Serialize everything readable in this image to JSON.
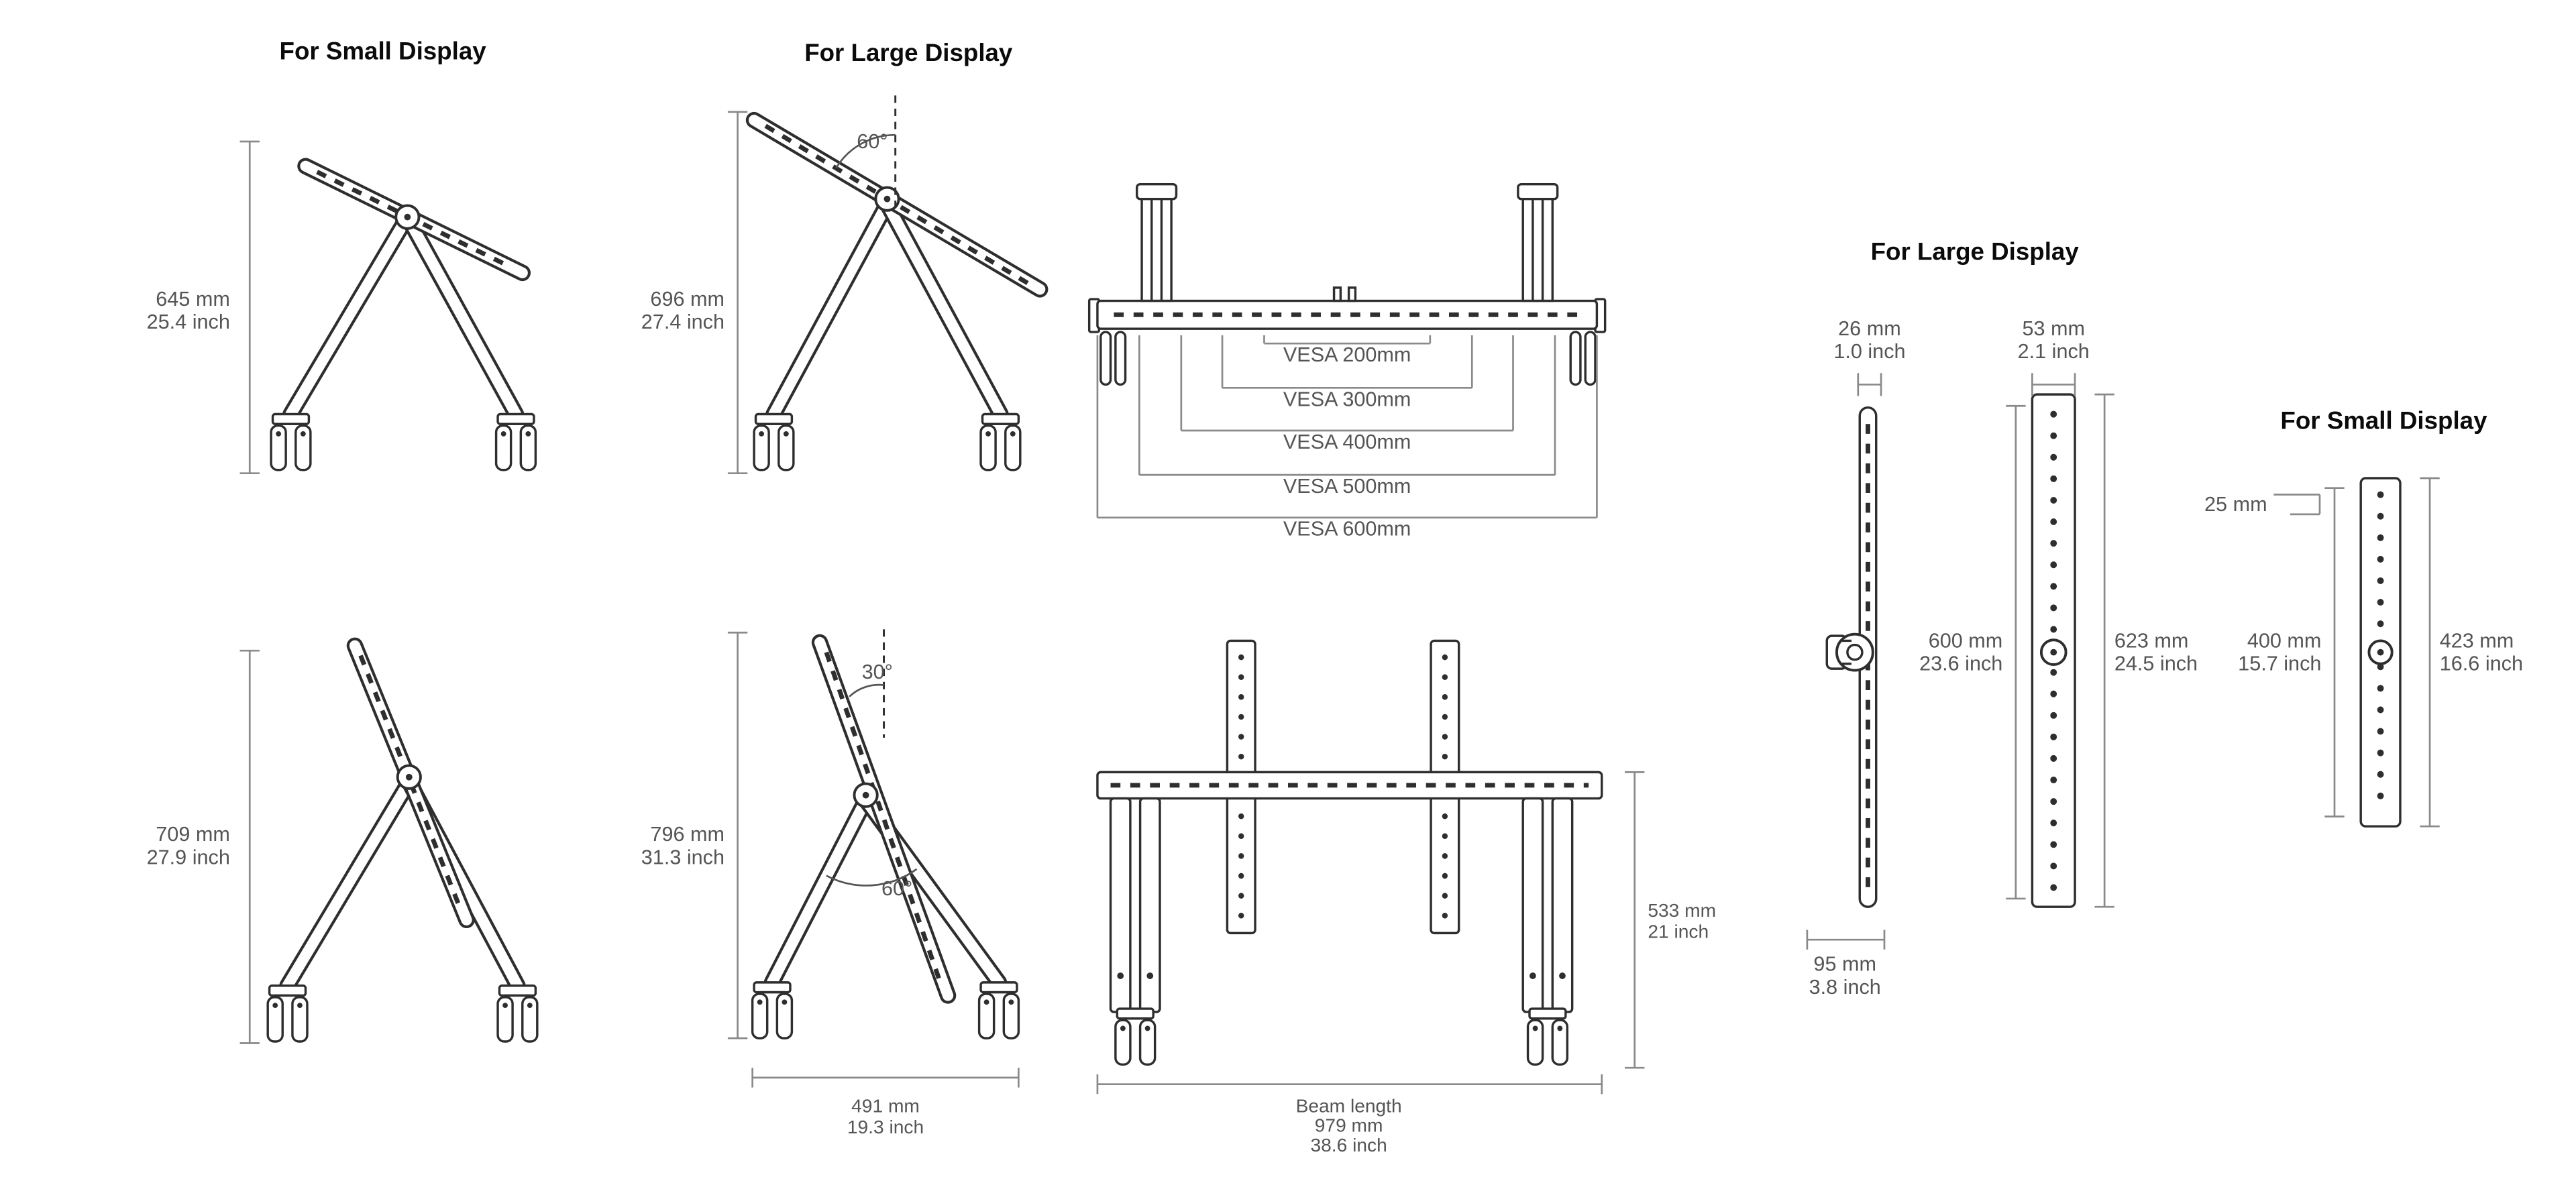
{
  "canvas": {
    "bg": "#ffffff",
    "ink": "#2e2e2e",
    "dim_ink": "#555555"
  },
  "headings": {
    "top_small": "For Small Display",
    "top_large": "For Large Display",
    "right_large": "For Large Display",
    "right_small": "For Small Display"
  },
  "side_views": {
    "small_raised": {
      "height_mm": "645 mm",
      "height_inch": "25.4 inch"
    },
    "large_raised": {
      "height_mm": "696 mm",
      "height_inch": "27.4 inch",
      "tilt_angle": "60°"
    },
    "small_lowered": {
      "height_mm": "709 mm",
      "height_inch": "27.9 inch"
    },
    "large_lowered": {
      "height_mm": "796 mm",
      "height_inch": "31.3 inch",
      "tilt_angle": "30°",
      "leg_angle": "60°",
      "base_mm": "491 mm",
      "base_inch": "19.3 inch"
    }
  },
  "front_view": {
    "vesa": [
      "VESA 200mm",
      "VESA 300mm",
      "VESA 400mm",
      "VESA 500mm",
      "VESA 600mm"
    ],
    "height_mm": "533 mm",
    "height_inch": "21 inch",
    "beam_label": "Beam length",
    "beam_mm": "979 mm",
    "beam_inch": "38.6 inch"
  },
  "bracket_large": {
    "depth_mm": "26 mm",
    "depth_inch": "1.0 inch",
    "width_mm": "53 mm",
    "width_inch": "2.1 inch",
    "inner_mm": "600 mm",
    "inner_inch": "23.6 inch",
    "outer_mm": "623 mm",
    "outer_inch": "24.5 inch",
    "foot_mm": "95 mm",
    "foot_inch": "3.8 inch"
  },
  "bracket_small": {
    "offset_mm": "25 mm",
    "inner_mm": "400 mm",
    "inner_inch": "15.7 inch",
    "outer_mm": "423 mm",
    "outer_inch": "16.6 inch"
  }
}
